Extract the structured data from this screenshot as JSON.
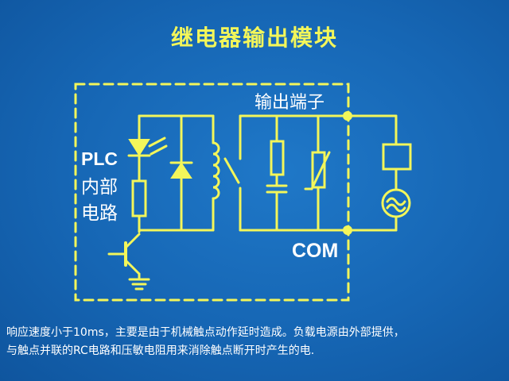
{
  "title": "继电器输出模块",
  "labels": {
    "plc": "PLC",
    "internal_1": "内部",
    "internal_2": "电路",
    "output_terminal": "输出端子",
    "com": "COM"
  },
  "description": [
    "响应速度小于10ms，主要是由于机械触点动作延时造成。负载电源由外部提供，",
    "与触点并联的RC电路和压敏电阻用来消除触点断开时产生的电."
  ],
  "colors": {
    "wire": "#f3f65a",
    "background": "#1666b4",
    "text_white": "#ffffff"
  }
}
